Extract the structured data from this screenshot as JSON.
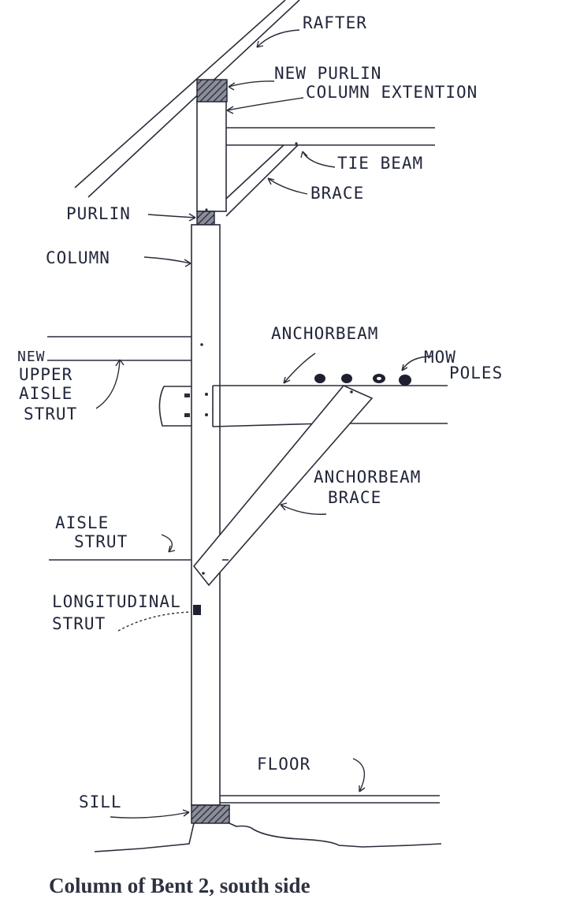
{
  "labels": {
    "rafter": "RAFTER",
    "new_purlin": "NEW PURLIN",
    "column_extention": "COLUMN EXTENTION",
    "tie_beam": "TIE BEAM",
    "brace": "BRACE",
    "purlin": "PURLIN",
    "column": "COLUMN",
    "anchorbeam": "ANCHORBEAM",
    "mow_poles_line1": "MOW",
    "mow_poles_line2": "POLES",
    "new_upper_aisle_strut_line1": "NEW",
    "new_upper_aisle_strut_line2": "UPPER",
    "new_upper_aisle_strut_line3": "AISLE",
    "new_upper_aisle_strut_line4": "STRUT",
    "anchorbeam_brace_line1": "ANCHORBEAM",
    "anchorbeam_brace_line2": "BRACE",
    "aisle_strut_line1": "AISLE",
    "aisle_strut_line2": "STRUT",
    "longitudinal_strut_line1": "LONGITUDINAL",
    "longitudinal_strut_line2": "STRUT",
    "floor": "FLOOR",
    "sill": "SILL"
  },
  "caption": "Column of Bent 2, south side",
  "colors": {
    "ink": "#2a2d3a",
    "caption": "#2d3140",
    "paper": "#ffffff"
  }
}
